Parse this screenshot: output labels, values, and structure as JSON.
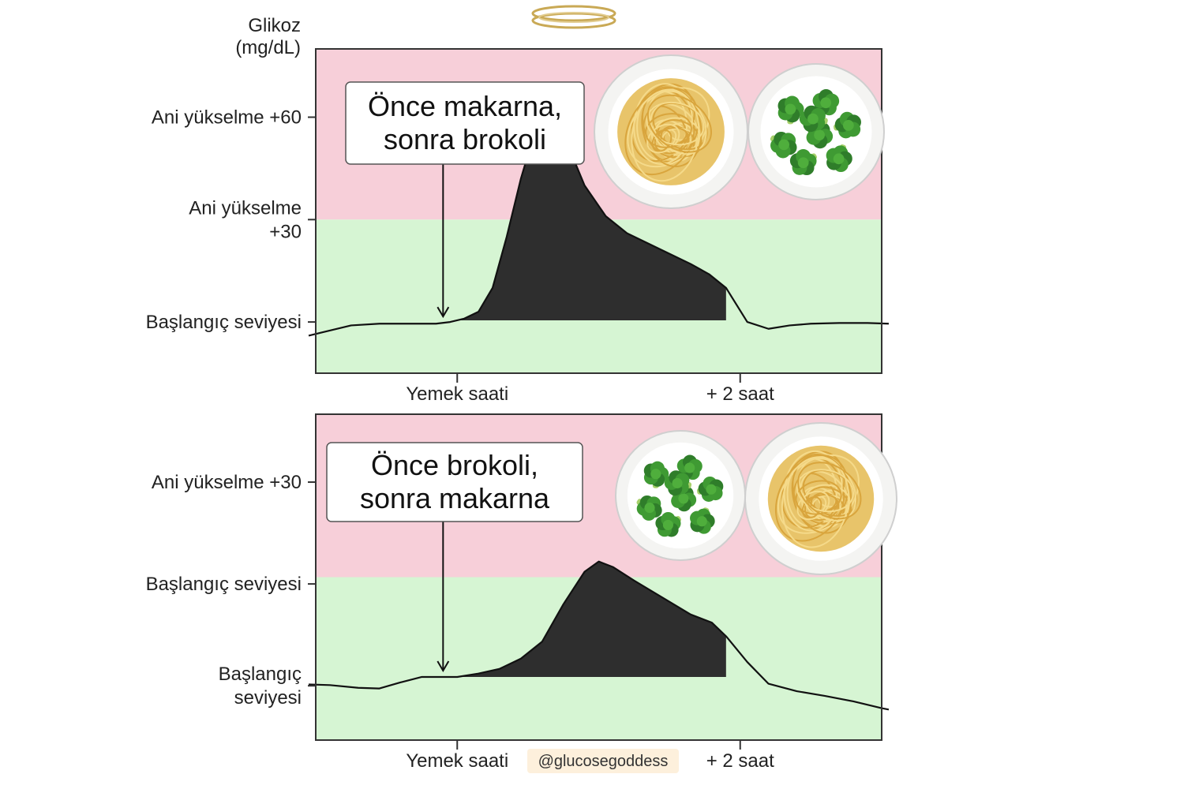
{
  "colors": {
    "spike_zone": "#f7cfd9",
    "normal_zone": "#d6f5d3",
    "area_fill": "#2e2e2e",
    "line": "#111111",
    "frame": "#333333",
    "credit_bg": "#fdf0dc",
    "halo": "#c9a955"
  },
  "icons": [
    "halo-icon",
    "pasta-bowl-icon",
    "broccoli-bowl-icon"
  ],
  "credit": "@glucosegoddess",
  "chart_data": [
    {
      "type": "area",
      "title": "Önce makarna,\nsonra brokoli",
      "ylabel": "Glikoz\n(mg/dL)",
      "xlabel": "",
      "x_ticks": [
        "Yemek saati",
        "+ 2 saat"
      ],
      "y_ticks": [
        {
          "label": "Ani yükselme +60",
          "value": 60
        },
        {
          "label": "Ani yükselme\n+30",
          "value": 30
        },
        {
          "label": "Başlangıç seviyesi",
          "value": 0
        }
      ],
      "xlim": [
        -1.0,
        3.0
      ],
      "ylim": [
        -15,
        80
      ],
      "zones": [
        {
          "name": "spike",
          "from": 30,
          "to": 80
        },
        {
          "name": "normal",
          "from": -15,
          "to": 30
        }
      ],
      "annotation_x": -0.1,
      "shaded_x_range": [
        0,
        1.9
      ],
      "bowl_order": [
        "pasta-bowl-icon",
        "broccoli-bowl-icon"
      ],
      "curve": {
        "x": [
          -1.05,
          -0.95,
          -0.75,
          -0.55,
          -0.35,
          -0.15,
          -0.05,
          0.05,
          0.15,
          0.25,
          0.35,
          0.45,
          0.55,
          0.62,
          0.7,
          0.78,
          0.9,
          1.05,
          1.2,
          1.35,
          1.5,
          1.65,
          1.78,
          1.9,
          2.05,
          2.2,
          2.35,
          2.5,
          2.7,
          2.9,
          3.05
        ],
        "y": [
          -4,
          -3,
          -1,
          -0.5,
          -0.5,
          -0.5,
          0,
          1,
          3,
          10,
          25,
          42,
          56,
          61,
          60,
          52,
          40,
          31,
          26,
          23,
          20,
          17,
          14,
          10,
          0,
          -2,
          -1,
          -0.5,
          -0.3,
          -0.3,
          -0.5
        ]
      }
    },
    {
      "type": "area",
      "title": "Önce brokoli,\nsonra makarna",
      "ylabel": "",
      "xlabel": "",
      "x_ticks": [
        "Yemek saati",
        "+ 2 saat"
      ],
      "y_ticks": [
        {
          "label": "Ani yükselme +30",
          "value": 30
        },
        {
          "label": "Başlangıç seviyesi",
          "value": 15
        },
        {
          "label": "Başlangıç\nseviyesi",
          "value": 0
        }
      ],
      "xlim": [
        -1.0,
        3.0
      ],
      "ylim": [
        -8,
        40
      ],
      "zones": [
        {
          "name": "spike",
          "from": 16,
          "to": 40
        },
        {
          "name": "normal",
          "from": -8,
          "to": 16
        }
      ],
      "annotation_x": -0.1,
      "shaded_x_range": [
        0,
        1.9
      ],
      "bowl_order": [
        "broccoli-bowl-icon",
        "pasta-bowl-icon"
      ],
      "curve": {
        "x": [
          -1.05,
          -0.9,
          -0.7,
          -0.55,
          -0.4,
          -0.25,
          -0.1,
          0,
          0.15,
          0.3,
          0.45,
          0.6,
          0.75,
          0.9,
          1.0,
          1.1,
          1.25,
          1.45,
          1.65,
          1.8,
          1.9,
          2.05,
          2.2,
          2.4,
          2.6,
          2.8,
          3.0,
          3.05
        ],
        "y": [
          0.2,
          0.1,
          -0.3,
          -0.4,
          0.5,
          1.3,
          1.3,
          1.3,
          1.8,
          2.5,
          4,
          6.5,
          12,
          16.8,
          18.3,
          17.5,
          15.5,
          13,
          10.5,
          9.3,
          7.3,
          3.5,
          0.3,
          -0.8,
          -1.5,
          -2.3,
          -3.3,
          -3.5
        ]
      }
    }
  ]
}
